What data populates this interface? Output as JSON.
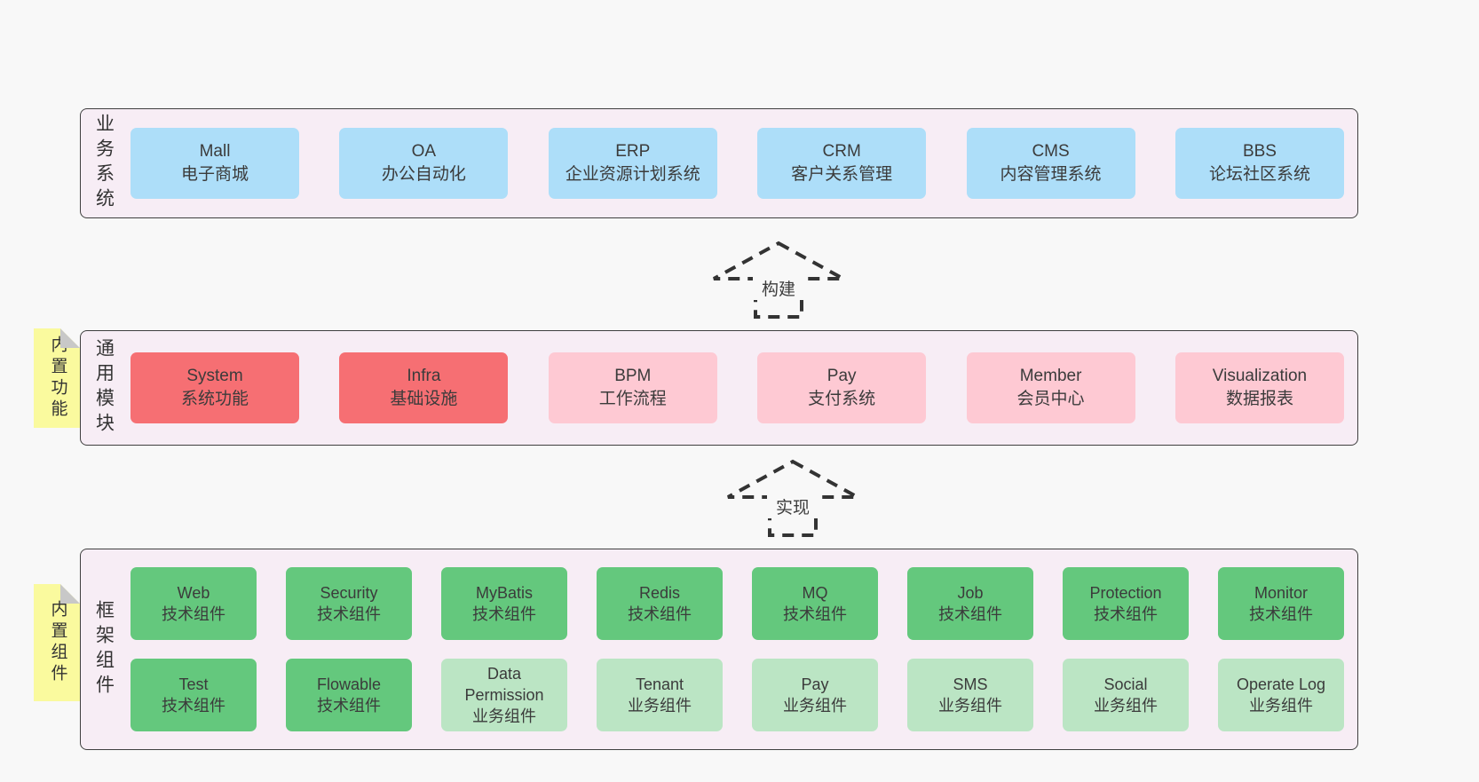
{
  "palette": {
    "page_bg": "#f8f8f8",
    "band_bg": "#f7edf5",
    "band_border": "#3f3f3f",
    "blue": "#addef9",
    "red": "#f66f73",
    "pink": "#fec9d3",
    "green": "#64c87d",
    "light_green": "#bbe5c4",
    "note_yellow": "#fafa9e",
    "note_fold": "#c8c8c8",
    "text": "#3b3b3b",
    "arrow_stroke": "#333333"
  },
  "arrows": [
    {
      "label": "构建"
    },
    {
      "label": "实现"
    }
  ],
  "bands": [
    {
      "label": "业务系统",
      "boxes": [
        {
          "name": "Mall",
          "subtitle": "电子商城",
          "variant": "blue"
        },
        {
          "name": "OA",
          "subtitle": "办公自动化",
          "variant": "blue"
        },
        {
          "name": "ERP",
          "subtitle": "企业资源计划系统",
          "variant": "blue"
        },
        {
          "name": "CRM",
          "subtitle": "客户关系管理",
          "variant": "blue"
        },
        {
          "name": "CMS",
          "subtitle": "内容管理系统",
          "variant": "blue"
        },
        {
          "name": "BBS",
          "subtitle": "论坛社区系统",
          "variant": "blue"
        }
      ]
    },
    {
      "label": "通用模块",
      "note": "内置功能",
      "boxes": [
        {
          "name": "System",
          "subtitle": "系统功能",
          "variant": "red"
        },
        {
          "name": "Infra",
          "subtitle": "基础设施",
          "variant": "red"
        },
        {
          "name": "BPM",
          "subtitle": "工作流程",
          "variant": "pink"
        },
        {
          "name": "Pay",
          "subtitle": "支付系统",
          "variant": "pink"
        },
        {
          "name": "Member",
          "subtitle": "会员中心",
          "variant": "pink"
        },
        {
          "name": "Visualization",
          "subtitle": "数据报表",
          "variant": "pink"
        }
      ]
    },
    {
      "label": "框架组件",
      "note": "内置组件",
      "rows": [
        [
          {
            "name": "Web",
            "subtitle": "技术组件",
            "variant": "green"
          },
          {
            "name": "Security",
            "subtitle": "技术组件",
            "variant": "green"
          },
          {
            "name": "MyBatis",
            "subtitle": "技术组件",
            "variant": "green"
          },
          {
            "name": "Redis",
            "subtitle": "技术组件",
            "variant": "green"
          },
          {
            "name": "MQ",
            "subtitle": "技术组件",
            "variant": "green"
          },
          {
            "name": "Job",
            "subtitle": "技术组件",
            "variant": "green"
          },
          {
            "name": "Protection",
            "subtitle": "技术组件",
            "variant": "green"
          },
          {
            "name": "Monitor",
            "subtitle": "技术组件",
            "variant": "green"
          }
        ],
        [
          {
            "name": "Test",
            "subtitle": "技术组件",
            "variant": "green"
          },
          {
            "name": "Flowable",
            "subtitle": "技术组件",
            "variant": "green"
          },
          {
            "name": "Data Permission",
            "subtitle": "业务组件",
            "variant": "light-green"
          },
          {
            "name": "Tenant",
            "subtitle": "业务组件",
            "variant": "light-green"
          },
          {
            "name": "Pay",
            "subtitle": "业务组件",
            "variant": "light-green"
          },
          {
            "name": "SMS",
            "subtitle": "业务组件",
            "variant": "light-green"
          },
          {
            "name": "Social",
            "subtitle": "业务组件",
            "variant": "light-green"
          },
          {
            "name": "Operate Log",
            "subtitle": "业务组件",
            "variant": "light-green"
          }
        ]
      ]
    }
  ]
}
